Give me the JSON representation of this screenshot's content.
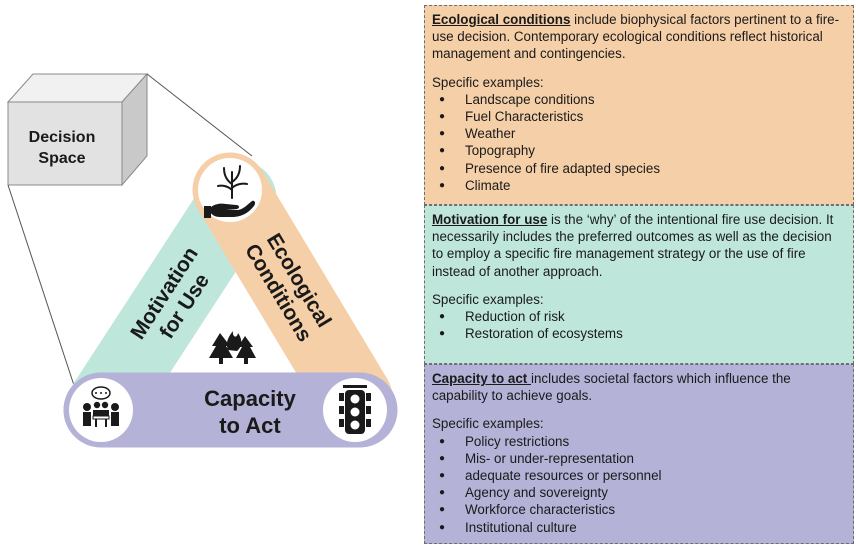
{
  "cube": {
    "label_line1": "Decision",
    "label_line2": "Space"
  },
  "triangle": {
    "ecological_line1": "Ecological",
    "ecological_line2": "Conditions",
    "motivation_line1": "Motivation",
    "motivation_line2": "for Use",
    "capacity_line1": "Capacity",
    "capacity_line2": "to Act"
  },
  "icons": {
    "ecological": "hand-holding-plant-icon",
    "motivation": "meeting-icon",
    "capacity": "traffic-light-icon",
    "center": "forest-fire-icon"
  },
  "colors": {
    "ecological": "#f5cfa7",
    "motivation": "#bfe6da",
    "capacity": "#b4b2d6",
    "cube_front": "#e2e2e2"
  },
  "panels": {
    "ecological": {
      "term": "Ecological conditions",
      "intro": " include biophysical factors pertinent to a fire-use decision. Contemporary ecological conditions reflect historical management and contingencies.",
      "examples_heading": "Specific examples:",
      "examples": [
        "Landscape conditions",
        "Fuel Characteristics",
        "Weather",
        "Topography",
        "Presence of fire adapted species",
        "Climate"
      ]
    },
    "motivation": {
      "term": "Motivation for use",
      "intro": " is the ‘why’ of the intentional fire use decision. It necessarily includes the preferred outcomes as well as the decision to employ a specific fire management strategy or the use of fire instead of another approach.",
      "examples_heading": "Specific examples:",
      "examples": [
        "Reduction of risk",
        "Restoration of ecosystems"
      ]
    },
    "capacity": {
      "term": "Capacity to act ",
      "intro": "includes societal factors which influence the capability to achieve goals.",
      "examples_heading": "Specific examples:",
      "examples": [
        "Policy restrictions",
        "Mis- or under-representation",
        "adequate resources or personnel",
        "Agency and sovereignty",
        "Workforce characteristics",
        "Institutional culture"
      ]
    }
  }
}
